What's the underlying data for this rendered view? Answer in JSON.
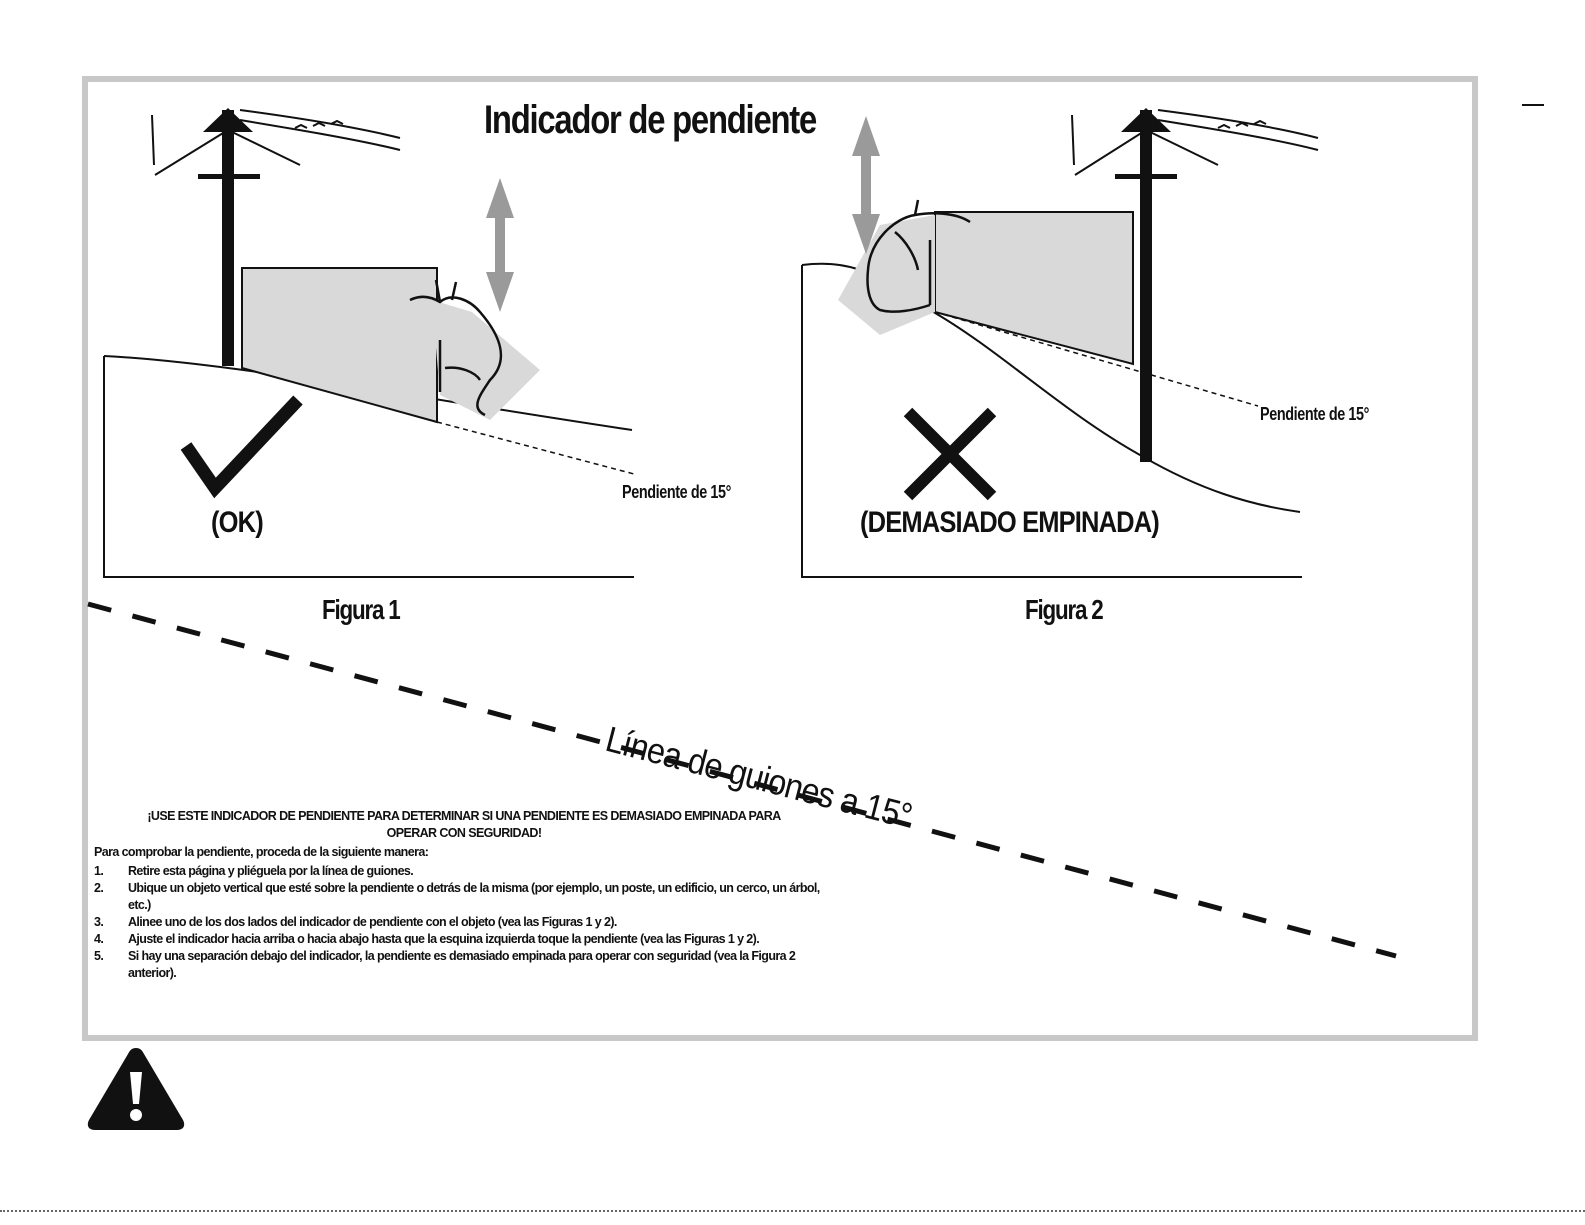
{
  "title": "Indicador de pendiente",
  "figure1": {
    "caption": "Figura 1",
    "verdict": "(OK)",
    "slope_label": "Pendiente de 15°"
  },
  "figure2": {
    "caption": "Figura 2",
    "verdict": "(DEMASIADO EMPINADA)",
    "slope_label": "Pendiente de 15°"
  },
  "dashed_line_label": "Línea de guiones a 15°",
  "instructions": {
    "heading": "¡USE ESTE INDICADOR DE PENDIENTE PARA DETERMINAR SI UNA PENDIENTE ES DEMASIADO EMPINADA PARA OPERAR CON SEGURIDAD!",
    "intro": "Para comprobar la pendiente, proceda de la siguiente manera:",
    "steps": [
      {
        "num": "1.",
        "text": "Retire esta página y pliéguela por la línea de guiones."
      },
      {
        "num": "2.",
        "text": "Ubique un objeto vertical que esté sobre la pendiente o detrás de la misma (por ejemplo, un poste, un edificio, un cerco, un árbol, etc.)"
      },
      {
        "num": "3.",
        "text": "Alinee uno de los dos lados del indicador de pendiente con el objeto (vea las Figuras 1 y 2)."
      },
      {
        "num": "4.",
        "text": "Ajuste el indicador hacia arriba o hacia abajo hasta que la esquina izquierda toque la pendiente (vea las Figuras 1 y 2)."
      },
      {
        "num": "5.",
        "text": "Si hay una separación debajo del indicador, la pendiente es demasiado empinada para operar con seguridad (vea la Figura 2 anterior)."
      }
    ]
  },
  "icons": {
    "check": "checkmark-icon",
    "cross": "x-mark-icon",
    "warning": "warning-triangle-icon",
    "arrow": "vertical-double-arrow-icon"
  },
  "colors": {
    "frame": "#c8c8c8",
    "indicator_fill": "#d9d9d9",
    "arrow": "#9a9a9a",
    "ink": "#111111"
  }
}
